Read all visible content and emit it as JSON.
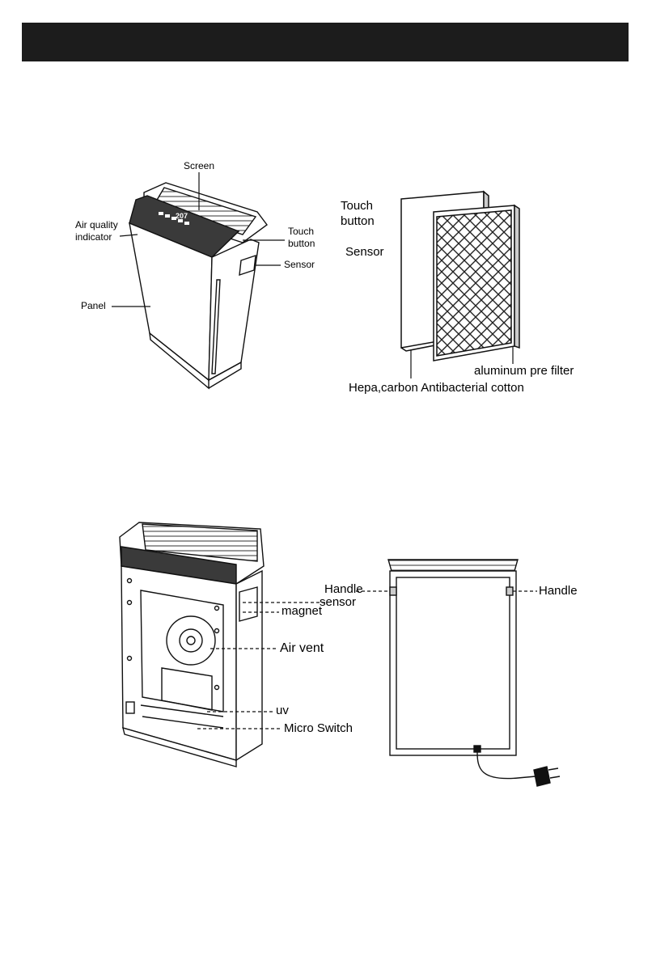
{
  "header": {
    "color": "#1c1c1c"
  },
  "top_left": {
    "screen": "Screen",
    "air_quality_1": "Air quality",
    "air_quality_2": "indicator",
    "touch_1": "Touch",
    "touch_2": "button",
    "sensor": "Sensor",
    "panel": "Panel"
  },
  "top_right": {
    "touch_1": "Touch",
    "touch_2": "button",
    "sensor": "Sensor",
    "aluminum": "aluminum pre filter",
    "hepa": "Hepa,carbon Antibacterial cotton"
  },
  "bottom_left": {
    "magnet": "magnet",
    "air_vent": "Air vent",
    "uv": "uv",
    "micro_switch": "Micro Switch"
  },
  "bottom_right": {
    "handle_sensor_1": "Handle",
    "handle_sensor_2": "sensor",
    "handle": "Handle"
  },
  "display": {
    "reading": "207"
  }
}
